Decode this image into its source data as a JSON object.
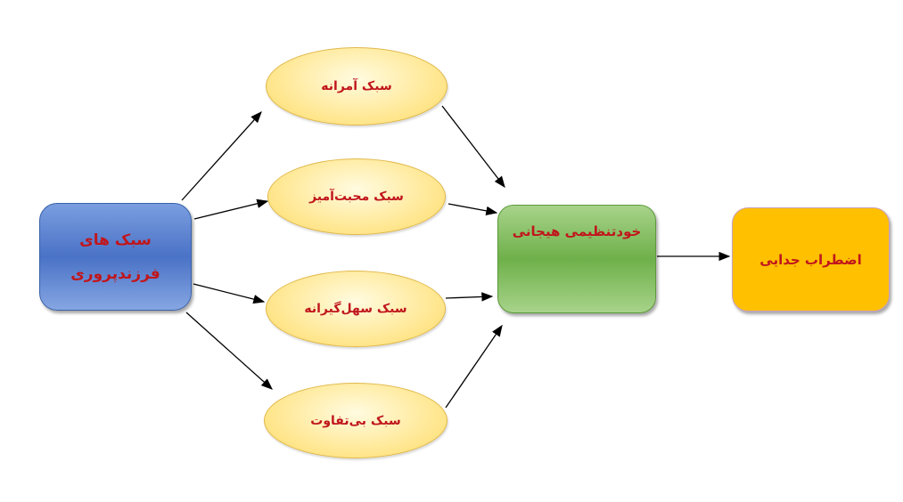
{
  "source": {
    "line1": "سبک های",
    "line2": "فرزندپروری"
  },
  "styles": [
    {
      "label": "سبک آمرانه"
    },
    {
      "label": "سبک محبت‌آمیز"
    },
    {
      "label": "سبک سهل‌گیرانه"
    },
    {
      "label": "سبک بی‌تفاوت"
    }
  ],
  "mediator": {
    "label": "خودتنظیمی هیجانی"
  },
  "outcome": {
    "label": "اضطراب جدایی"
  },
  "colors": {
    "text": "#c0161c",
    "source": "#4a72c6",
    "mediator": "#6fb04a",
    "outcome": "#ffc000",
    "style": "#ffe58a"
  }
}
